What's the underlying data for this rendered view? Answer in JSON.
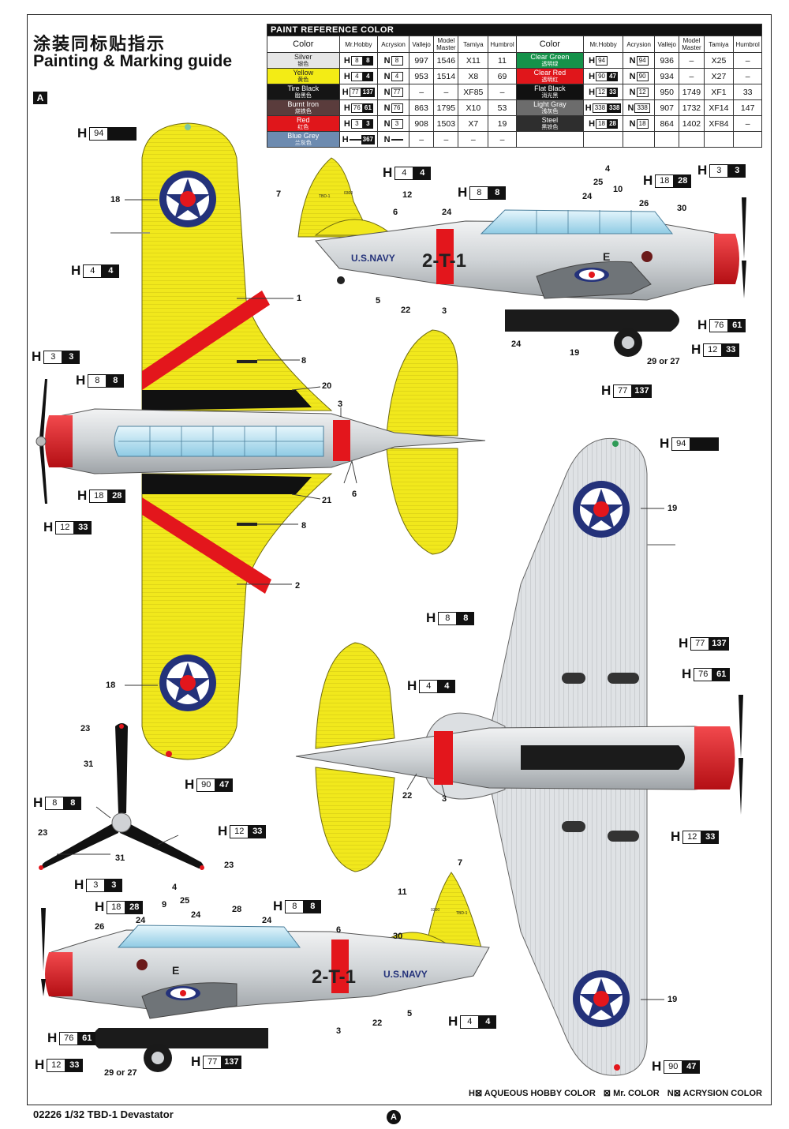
{
  "header": {
    "title_cn": "涂装同标贴指示",
    "title_en": "Painting & Marking guide",
    "sheet": "A"
  },
  "paint_table": {
    "caption": "PAINT  REFERENCE COLOR",
    "columns": [
      "Color",
      "Mr.Hobby",
      "Acrysion",
      "Vallejo",
      "Model Master",
      "Tamiya",
      "Humbrol"
    ],
    "left": [
      {
        "name": "Silver",
        "cn": "银色",
        "swatch": "#e6e6e6",
        "text": "#222",
        "h": [
          "8",
          "8"
        ],
        "n": "8",
        "vallejo": "997",
        "mm": "1546",
        "tamiya": "X11",
        "humbrol": "11"
      },
      {
        "name": "Yellow",
        "cn": "黄色",
        "swatch": "#f3ec15",
        "text": "#222",
        "h": [
          "4",
          "4"
        ],
        "n": "4",
        "vallejo": "953",
        "mm": "1514",
        "tamiya": "X8",
        "humbrol": "69"
      },
      {
        "name": "Tire Black",
        "cn": "胎黑色",
        "swatch": "#151515",
        "text": "#fff",
        "h": [
          "77",
          "137"
        ],
        "n": "77",
        "vallejo": "–",
        "mm": "–",
        "tamiya": "XF85",
        "humbrol": "–"
      },
      {
        "name": "Burnt Iron",
        "cn": "烧铁色",
        "swatch": "#5a3c3c",
        "text": "#fff",
        "h": [
          "76",
          "61"
        ],
        "n": "76",
        "vallejo": "863",
        "mm": "1795",
        "tamiya": "X10",
        "humbrol": "53"
      },
      {
        "name": "Red",
        "cn": "红色",
        "swatch": "#e0161b",
        "text": "#fff",
        "h": [
          "3",
          "3"
        ],
        "n": "3",
        "vallejo": "908",
        "mm": "1503",
        "tamiya": "X7",
        "humbrol": "19"
      },
      {
        "name": "Blue Grey",
        "cn": "兰灰色",
        "swatch": "#6d8bb0",
        "text": "#fff",
        "h": [
          "",
          "367"
        ],
        "n": "",
        "vallejo": "–",
        "mm": "–",
        "tamiya": "–",
        "humbrol": "–"
      }
    ],
    "right": [
      {
        "name": "Clear Green",
        "cn": "透明绿",
        "swatch": "#15924a",
        "text": "#fff",
        "h": [
          "94",
          ""
        ],
        "n": "94",
        "vallejo": "936",
        "mm": "–",
        "tamiya": "X25",
        "humbrol": "–"
      },
      {
        "name": "Clear Red",
        "cn": "透明红",
        "swatch": "#e0161b",
        "text": "#fff",
        "h": [
          "90",
          "47"
        ],
        "n": "90",
        "vallejo": "934",
        "mm": "–",
        "tamiya": "X27",
        "humbrol": "–"
      },
      {
        "name": "Flat Black",
        "cn": "消光黑",
        "swatch": "#111111",
        "text": "#fff",
        "h": [
          "12",
          "33"
        ],
        "n": "12",
        "vallejo": "950",
        "mm": "1749",
        "tamiya": "XF1",
        "humbrol": "33"
      },
      {
        "name": "Light Gray",
        "cn": "浅灰色",
        "swatch": "#6c6c6c",
        "text": "#fff",
        "h": [
          "338",
          "338"
        ],
        "n": "338",
        "vallejo": "907",
        "mm": "1732",
        "tamiya": "XF14",
        "humbrol": "147"
      },
      {
        "name": "Steel",
        "cn": "黑铁色",
        "swatch": "#2e2e2e",
        "text": "#fff",
        "h": [
          "18",
          "28"
        ],
        "n": "18",
        "vallejo": "864",
        "mm": "1402",
        "tamiya": "XF84",
        "humbrol": "–"
      },
      {
        "name": "",
        "cn": "",
        "swatch": "#ffffff",
        "text": "#222",
        "h": [
          "",
          ""
        ],
        "n": "",
        "vallejo": "",
        "mm": "",
        "tamiya": "",
        "humbrol": ""
      }
    ]
  },
  "markings": {
    "fuselage_code": "2-T-1",
    "navy_text": "U.S.NAVY",
    "side_letter": "E",
    "tail_code": "TBD-1",
    "tail_serial": "0300"
  },
  "callouts": {
    "top_view": [
      {
        "n1": "94",
        "n2": ""
      },
      {
        "n1": "4",
        "n2": "4"
      },
      {
        "n1": "3",
        "n2": "3"
      },
      {
        "n1": "8",
        "n2": "8"
      },
      {
        "n1": "18",
        "n2": "28"
      },
      {
        "n1": "12",
        "n2": "33"
      },
      {
        "n1": "90",
        "n2": "47"
      }
    ],
    "side_view_top": [
      {
        "n1": "4",
        "n2": "4"
      },
      {
        "n1": "8",
        "n2": "8"
      },
      {
        "n1": "18",
        "n2": "28"
      },
      {
        "n1": "3",
        "n2": "3"
      },
      {
        "n1": "76",
        "n2": "61"
      },
      {
        "n1": "12",
        "n2": "33"
      },
      {
        "n1": "77",
        "n2": "137"
      }
    ],
    "bottom_view": [
      {
        "n1": "94",
        "n2": ""
      },
      {
        "n1": "8",
        "n2": "8"
      },
      {
        "n1": "77",
        "n2": "137"
      },
      {
        "n1": "4",
        "n2": "4"
      },
      {
        "n1": "76",
        "n2": "61"
      },
      {
        "n1": "12",
        "n2": "33"
      },
      {
        "n1": "90",
        "n2": "47"
      }
    ],
    "prop_view": [
      {
        "n1": "8",
        "n2": "8"
      },
      {
        "n1": "12",
        "n2": "33"
      }
    ],
    "side_view_bottom": [
      {
        "n1": "3",
        "n2": "3"
      },
      {
        "n1": "18",
        "n2": "28"
      },
      {
        "n1": "8",
        "n2": "8"
      },
      {
        "n1": "76",
        "n2": "61"
      },
      {
        "n1": "12",
        "n2": "33"
      },
      {
        "n1": "77",
        "n2": "137"
      },
      {
        "n1": "4",
        "n2": "4"
      }
    ],
    "letter": "H"
  },
  "decal_numbers": {
    "top_view": [
      "18",
      "1",
      "8",
      "20",
      "3",
      "6",
      "21",
      "8",
      "2",
      "18"
    ],
    "side_top": [
      "7",
      "12",
      "4",
      "25",
      "10",
      "24",
      "26",
      "30",
      "6",
      "24",
      "5",
      "22",
      "3",
      "24",
      "19",
      "29 or 27"
    ],
    "bottom_view": [
      "19",
      "22",
      "3",
      "19"
    ],
    "prop": [
      "23",
      "31",
      "23",
      "31",
      "23"
    ],
    "side_bottom": [
      "4",
      "9",
      "25",
      "24",
      "24",
      "28",
      "24",
      "26",
      "6",
      "11",
      "7",
      "30",
      "5",
      "22",
      "3",
      "29 or 27"
    ]
  },
  "legend": {
    "h": "H⊠ AQUEOUS HOBBY COLOR",
    "mr": "⊠ Mr. COLOR",
    "n": "N⊠ ACRYSION COLOR"
  },
  "footer": {
    "product": "02226 1/32 TBD-1 Devastator",
    "sheet": "A"
  },
  "colors": {
    "yellow": "#f1e81c",
    "silver": "#d9dcdf",
    "red": "#e3161c",
    "black": "#111111",
    "roundel_blue": "#24327a",
    "canopy": "#b6dff0"
  }
}
